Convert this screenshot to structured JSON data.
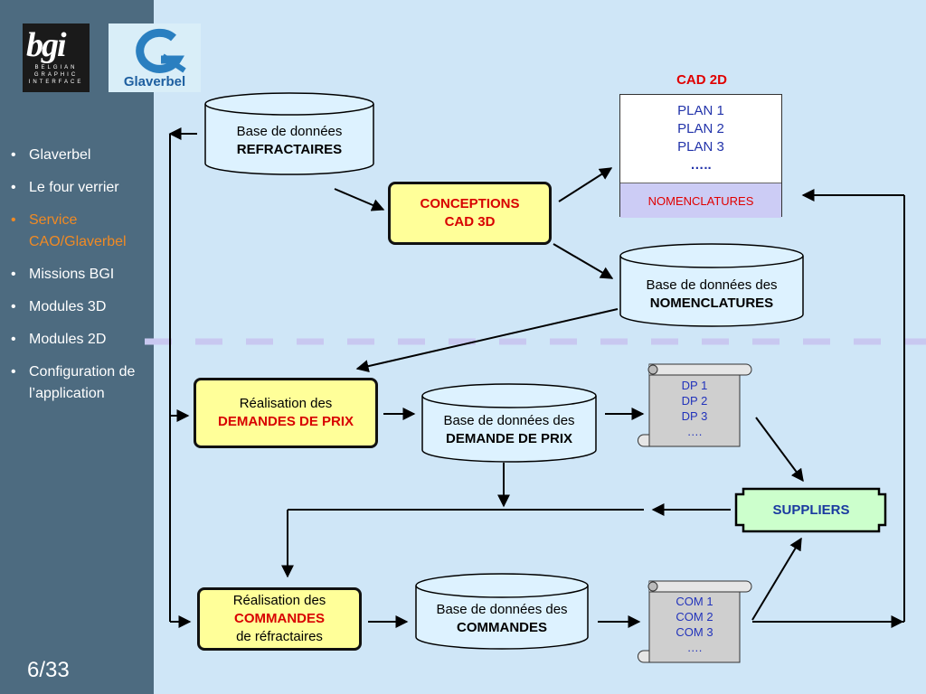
{
  "logos": {
    "bgi_mark": "bgi",
    "bgi_lines": [
      "BELGIAN",
      "GRAPHIC",
      "INTERFACE"
    ],
    "glaverbel_word": "Glaverbel"
  },
  "nav": {
    "items": [
      {
        "label": "Glaverbel",
        "active": false
      },
      {
        "label": "Le four verrier",
        "active": false
      },
      {
        "label": "Service CAO/Glaverbel",
        "active": true
      },
      {
        "label": "Missions BGI",
        "active": false
      },
      {
        "label": "Modules 3D",
        "active": false
      },
      {
        "label": "Modules 2D",
        "active": false
      },
      {
        "label": "Configuration de l’application",
        "active": false
      }
    ]
  },
  "page_number": "6/33",
  "diagram": {
    "db_refractaires": {
      "line1": "Base de données",
      "line2": "REFRACTAIRES"
    },
    "conceptions": {
      "line1": "CONCEPTIONS",
      "line2": "CAD 3D"
    },
    "cad2d": {
      "title": "CAD 2D",
      "plans": [
        "PLAN 1",
        "PLAN 2",
        "PLAN 3",
        "….."
      ],
      "nomenclatures": "NOMENCLATURES"
    },
    "db_nomenclatures": {
      "line1": "Base de données des",
      "line2": "NOMENCLATURES"
    },
    "realisation_dp": {
      "line1": "Réalisation des",
      "line2": "DEMANDES DE PRIX"
    },
    "db_demande_prix": {
      "line1": "Base de données des",
      "line2": "DEMANDE DE PRIX"
    },
    "dp_scroll": [
      "DP 1",
      "DP 2",
      "DP 3",
      "…."
    ],
    "suppliers": "SUPPLIERS",
    "realisation_cmd": {
      "line1": "Réalisation des",
      "line2": "COMMANDES",
      "line3": "de réfractaires"
    },
    "db_commandes": {
      "line1": "Base de données des",
      "line2": "COMMANDES"
    },
    "com_scroll": [
      "COM 1",
      "COM 2",
      "COM 3",
      "…."
    ]
  },
  "colors": {
    "background": "#cfe6f7",
    "sidebar": "#4d6b80",
    "active_nav": "#f08a24",
    "highlight_red": "#d80000",
    "box_yellow": "#ffff99",
    "suppliers_green": "#ccffcc",
    "dashed_separator": "#c8c8f0"
  }
}
